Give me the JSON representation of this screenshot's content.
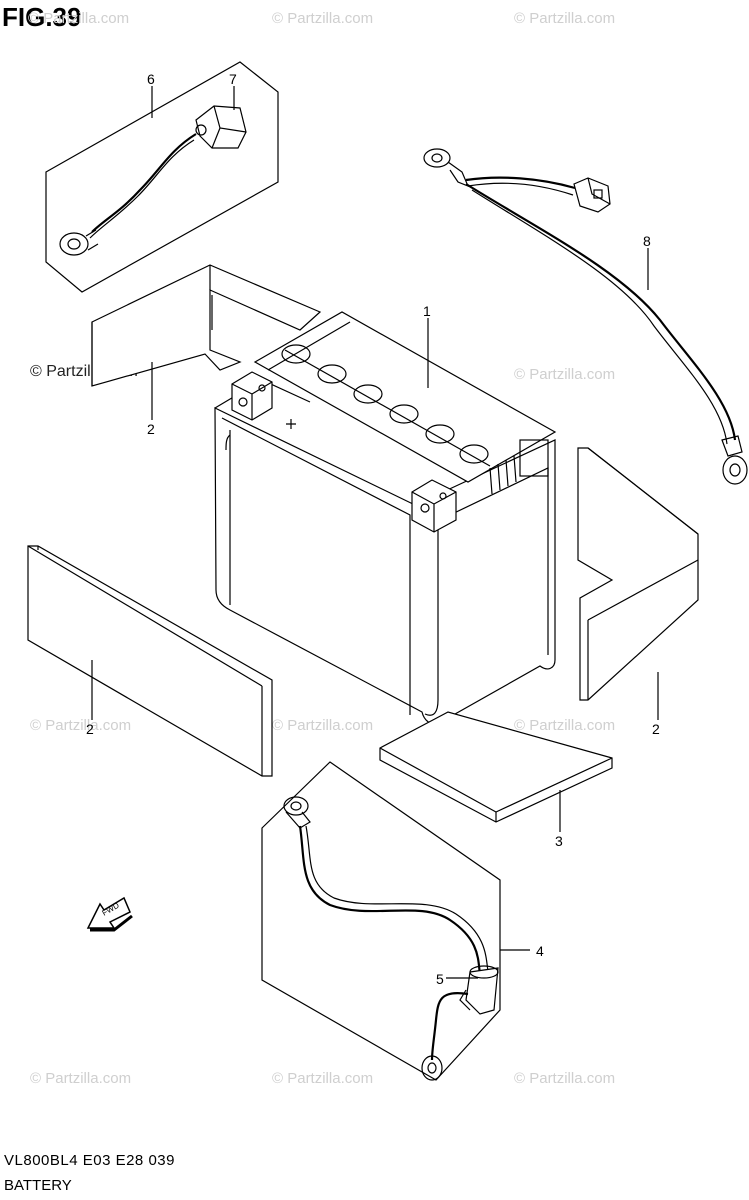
{
  "figure": {
    "title": "FIG.39",
    "code": "VL800BL4  E03  E28  039",
    "name": "BATTERY"
  },
  "watermarks": [
    "© Partzilla.com",
    "© Partzilla.com",
    "© Partzilla.com",
    "© Partzilla.com",
    "© Partzilla.com",
    "© Partzilla.com",
    "© Partzilla.com",
    "© Partzilla.com",
    "© Partzilla.com",
    "© Partzilla.com",
    "© Partzilla.com"
  ],
  "callouts": {
    "battery": "1",
    "pad_top": "2",
    "pad_left": "2",
    "pad_right": "2",
    "pad_bottom": "3",
    "harness_bottom": "4",
    "cap_bottom": "5",
    "harness_top": "6",
    "cap_top": "7",
    "lead_wire": "8"
  },
  "fwd_label": "FWD"
}
